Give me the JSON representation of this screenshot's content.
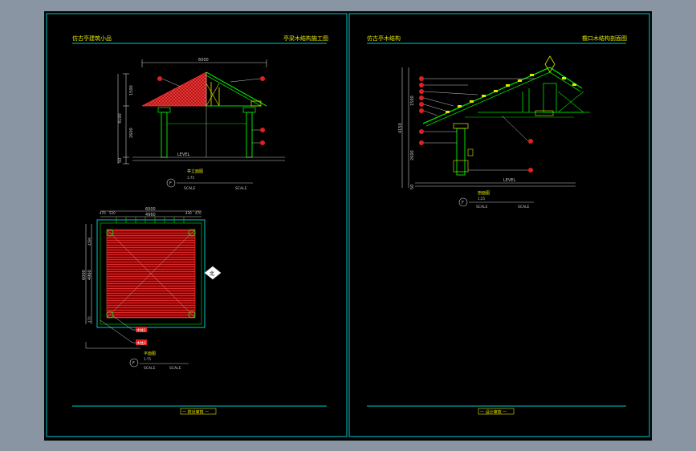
{
  "sheets": {
    "left": {
      "title": "仿古亭建筑小品",
      "title_right": "亭梁木结构施工图",
      "footer": "一 校对审核 一"
    },
    "right": {
      "title": "仿古亭木结构",
      "title_right": "檐口木结构剖面图",
      "footer": "一 设计审核 一"
    }
  },
  "elevation": {
    "top_dim": "6000",
    "left_dims": [
      "1500",
      "4100",
      "2600",
      "50"
    ],
    "level_label": "LEVEL",
    "caption": "亭立面图",
    "caption_sub": "1:75",
    "scale_labels": [
      "SCALE",
      "SCALE"
    ],
    "marker": "F"
  },
  "plan": {
    "top_dims": [
      "6000",
      "4960"
    ],
    "top_sub_dims": [
      "470",
      "520",
      "430",
      "470"
    ],
    "left_dims": [
      "6000",
      "4960",
      "4590",
      "470"
    ],
    "callouts": [
      "木柱1",
      "木柱2"
    ],
    "north_label": "北",
    "caption": "平面图",
    "caption_sub": "1:75",
    "scale_labels": [
      "SCALE",
      "SCALE"
    ],
    "marker": "F"
  },
  "section": {
    "left_dims": [
      "1500",
      "4150",
      "2600",
      "50"
    ],
    "level_label": "LEVEL",
    "caption": "剖面图",
    "caption_sub": "1:25",
    "scale_labels": [
      "SCALE",
      "SCALE"
    ],
    "marker": "F"
  },
  "colors": {
    "frame": "#00c8c8",
    "title": "#e6e600",
    "roof": "#e02020",
    "structure": "#00e000",
    "dim": "#c8c8c8"
  }
}
